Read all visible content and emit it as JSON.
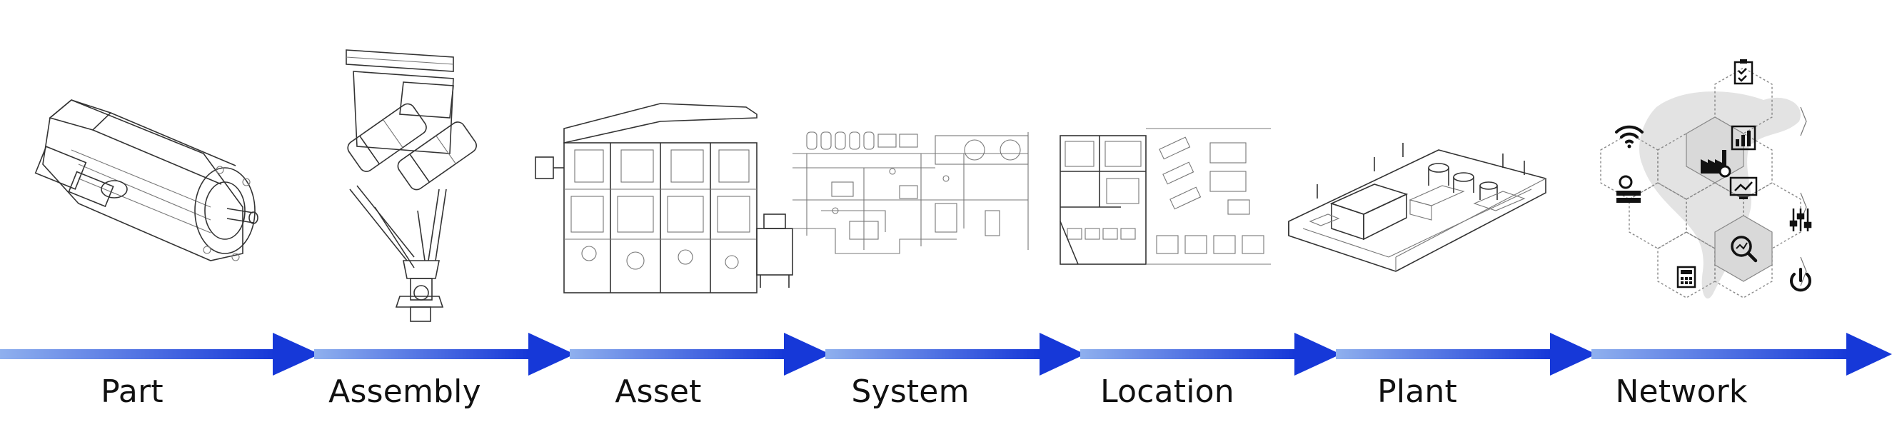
{
  "stages": [
    {
      "label": "Part",
      "illustration": "servo-motor-drawing"
    },
    {
      "label": "Assembly",
      "illustration": "delta-robot-drawing"
    },
    {
      "label": "Asset",
      "illustration": "machine-cell-drawing"
    },
    {
      "label": "System",
      "illustration": "piping-schematic-drawing"
    },
    {
      "label": "Location",
      "illustration": "floor-plan-drawing"
    },
    {
      "label": "Plant",
      "illustration": "isometric-plant-drawing"
    },
    {
      "label": "Network",
      "illustration": "hexagon-network-icons"
    }
  ],
  "colors": {
    "arrow_start": "#8fb0ee",
    "arrow_end": "#1638d8",
    "label_text": "#111111",
    "line_art": "#333333",
    "hex_fill": "#d9d9d9",
    "world_map": "#e3e3e3"
  },
  "network_icons": [
    "wifi-icon",
    "factory-gear-icon",
    "bar-chart-icon",
    "checklist-icon",
    "server-gear-icon",
    "monitor-chart-icon",
    "sliders-icon",
    "search-analytics-icon",
    "power-icon",
    "calculator-icon"
  ]
}
